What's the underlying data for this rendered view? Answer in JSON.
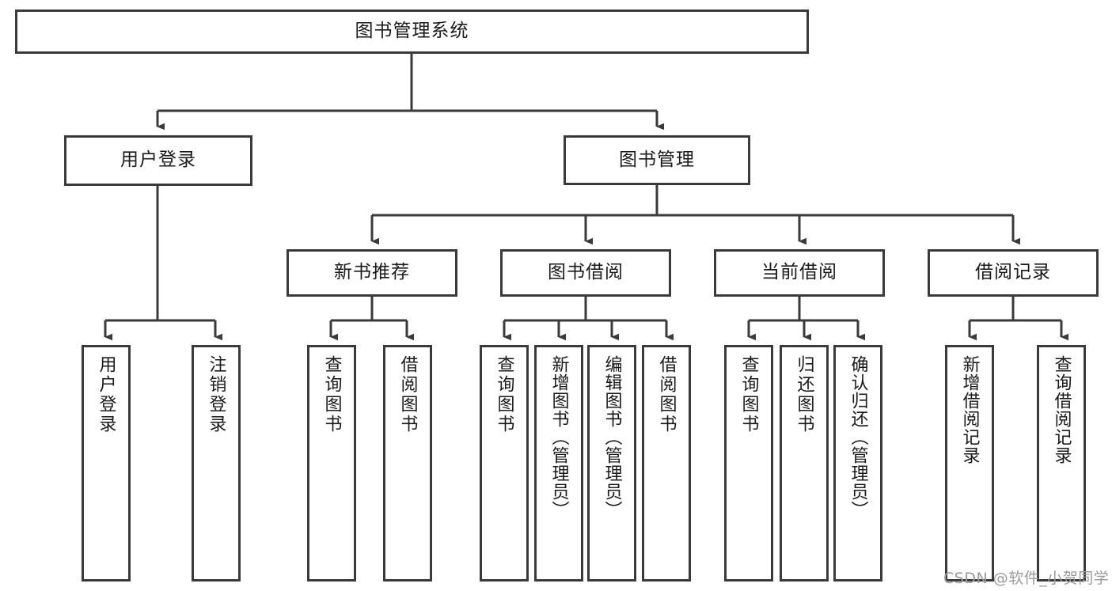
{
  "diagram": {
    "title": "图书管理系统",
    "style": {
      "border_color": "#3a3a3a",
      "line_color": "#3a3a3a",
      "background": "#ffffff",
      "text_color": "#1a1a1a",
      "watermark_color": "#9a9a9a"
    },
    "root": {
      "label": "图书管理系统"
    },
    "level2": [
      {
        "label": "用户登录"
      },
      {
        "label": "图书管理"
      }
    ],
    "level3": [
      {
        "label": "新书推荐"
      },
      {
        "label": "图书借阅"
      },
      {
        "label": "当前借阅"
      },
      {
        "label": "借阅记录"
      }
    ],
    "leaves": {
      "user_login": [
        {
          "label": "用户登录"
        },
        {
          "label": "注销登录"
        }
      ],
      "new_book_recommend": [
        {
          "label": "查询图书"
        },
        {
          "label": "借阅图书"
        }
      ],
      "book_borrow": [
        {
          "label": "查询图书"
        },
        {
          "label": "新增图书（管理员）"
        },
        {
          "label": "编辑图书（管理员）"
        },
        {
          "label": "借阅图书"
        }
      ],
      "current_borrow": [
        {
          "label": "查询图书"
        },
        {
          "label": "归还图书"
        },
        {
          "label": "确认归还（管理员）"
        }
      ],
      "borrow_record": [
        {
          "label": "新增借阅记录"
        },
        {
          "label": "查询借阅记录"
        }
      ]
    },
    "watermark": "CSDN @软件_小贺同学"
  }
}
